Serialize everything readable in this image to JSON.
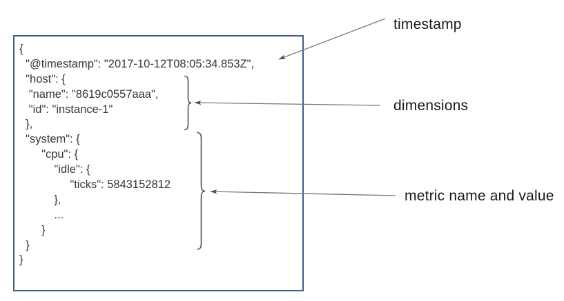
{
  "colors": {
    "background": "#ffffff",
    "box_border": "#44598c",
    "code_text": "#333638",
    "label_text": "#17181a",
    "arrow_line": "#6f7786",
    "arrow_head": "#3f4854",
    "brace": "#4a5260"
  },
  "document": {
    "lines": [
      "{",
      "  \"@timestamp\": \"2017-10-12T08:05:34.853Z\",",
      "  \"host\": {",
      "   \"name\": \"8619c0557aaa\",",
      "   \"id\": \"instance-1\"",
      "  },",
      "  \"system\": {",
      "       \"cpu\": {",
      "           \"idle\": {",
      "                \"ticks\": 5843152812",
      "           },",
      "           ...",
      "       }",
      "  }",
      "}"
    ]
  },
  "annotations": [
    {
      "id": "timestamp",
      "label": "timestamp"
    },
    {
      "id": "dimensions",
      "label": "dimensions"
    },
    {
      "id": "metric",
      "label": "metric name and value"
    }
  ]
}
